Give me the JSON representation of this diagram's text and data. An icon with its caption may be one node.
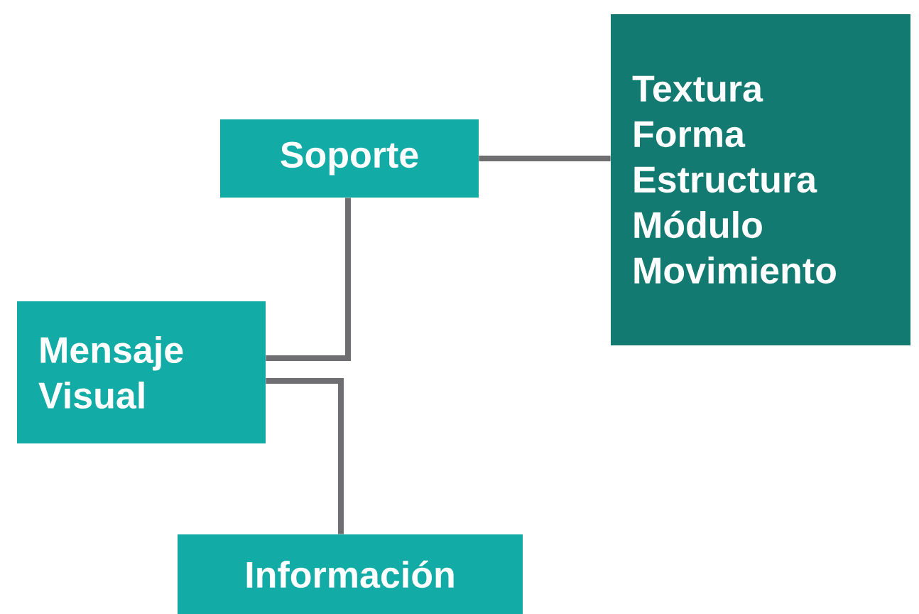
{
  "diagram": {
    "nodes": [
      {
        "text": [
          "Soporte"
        ]
      },
      {
        "text": [
          "Textura",
          "Forma",
          "Estructura",
          "Módulo",
          "Movimiento"
        ]
      },
      {
        "text": [
          "Mensaje Visual"
        ]
      },
      {
        "text": [
          "Información"
        ]
      }
    ],
    "edges": [
      {
        "from": 0,
        "to": 1,
        "arrow": "none"
      },
      {
        "from": 2,
        "to": 0,
        "arrow": "none"
      },
      {
        "from": 2,
        "to": 3,
        "arrow": "none"
      }
    ]
  }
}
